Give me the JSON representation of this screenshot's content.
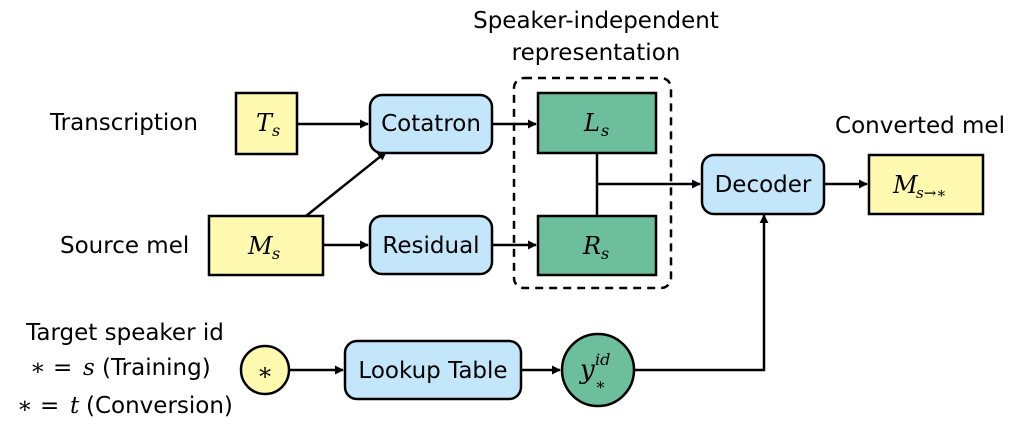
{
  "labels": {
    "transcription": "Transcription",
    "source_mel": "Source mel",
    "converted_mel": "Converted mel",
    "speaker_indep_line1": "Speaker-independent",
    "speaker_indep_line2": "representation",
    "target_speaker": "Target speaker id",
    "training_text": "(Training)",
    "conversion_text": "(Conversion)"
  },
  "math": {
    "T": "T",
    "T_sub": "s",
    "M": "M",
    "M_sub": "s",
    "L": "L",
    "L_sub": "s",
    "R": "R",
    "R_sub": "s",
    "out_M": "M",
    "out_sub": "s→∗",
    "y": "y",
    "y_sup": "id",
    "y_sub": "∗",
    "star": "∗",
    "eq": "=",
    "s_var": "s",
    "t_var": "t"
  },
  "blocks": {
    "cotatron": "Cotatron",
    "residual": "Residual",
    "decoder": "Decoder",
    "lookup": "Lookup Table"
  },
  "colors": {
    "yellow": "#FFFAB0",
    "blue": "#C4E6FA",
    "green": "#6DBE9C",
    "stroke": "#000000"
  }
}
